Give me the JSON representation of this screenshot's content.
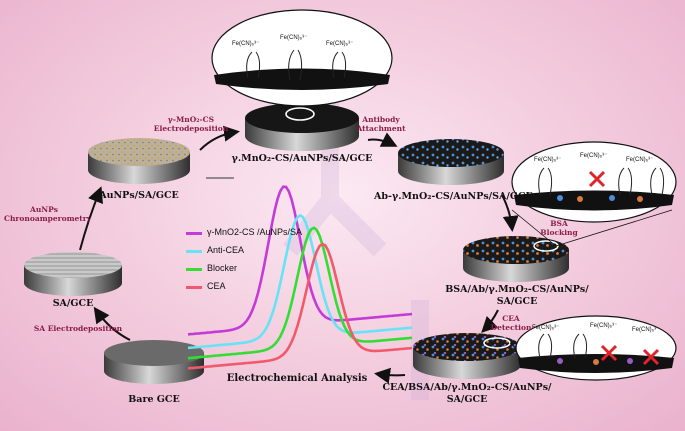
{
  "electrodes": {
    "bare": "Bare GCE",
    "sa": "SA/GCE",
    "aunps": "AuNPs/SA/GCE",
    "mno2": "γ.MnO₂-CS/AuNPs/SA/GCE",
    "ab": "Ab-γ.MnO₂-CS/AuNPs/SA/GCE",
    "bsa_line1": "BSA/Ab/γ.MnO₂-CS/AuNPs/",
    "bsa_line2": "SA/GCE",
    "cea_line1": "CEA/BSA/Ab/γ.MnO₂-CS/AuNPs/",
    "cea_line2": "SA/GCE"
  },
  "steps": {
    "sa_line1": "SA Electrodeposition",
    "aunps_line1": "AuNPs",
    "aunps_line2": "Chronoamperometry",
    "mno2_line1": "γ-MnO₂-CS",
    "mno2_line2": "Electrodeposition",
    "ab_line1": "Antibody",
    "ab_line2": "Attachment",
    "bsa_line1": "BSA",
    "bsa_line2": "Blocking",
    "cea_line1": "CEA",
    "cea_line2": "Detection"
  },
  "analysis_title": "Electrochemical Analysis",
  "probe_label": "Fe(CN)₆³⁻",
  "legend": [
    {
      "name": "γ-MnO2-CS /AuNPs/SA",
      "color": "#c43cd6"
    },
    {
      "name": "Anti-CEA",
      "color": "#66e4f5"
    },
    {
      "name": "Blocker",
      "color": "#33dd33"
    },
    {
      "name": "CEA",
      "color": "#f05a6a"
    }
  ],
  "chart_data": {
    "type": "line",
    "series": [
      {
        "name": "γ-MnO2-CS /AuNPs/SA",
        "peak": 1.0,
        "baseline": 0.18,
        "center": 0.43
      },
      {
        "name": "Anti-CEA",
        "peak": 0.82,
        "baseline": 0.1,
        "center": 0.5
      },
      {
        "name": "Blocker",
        "peak": 0.74,
        "baseline": 0.04,
        "center": 0.56
      },
      {
        "name": "CEA",
        "peak": 0.64,
        "baseline": -0.02,
        "center": 0.6
      }
    ]
  }
}
